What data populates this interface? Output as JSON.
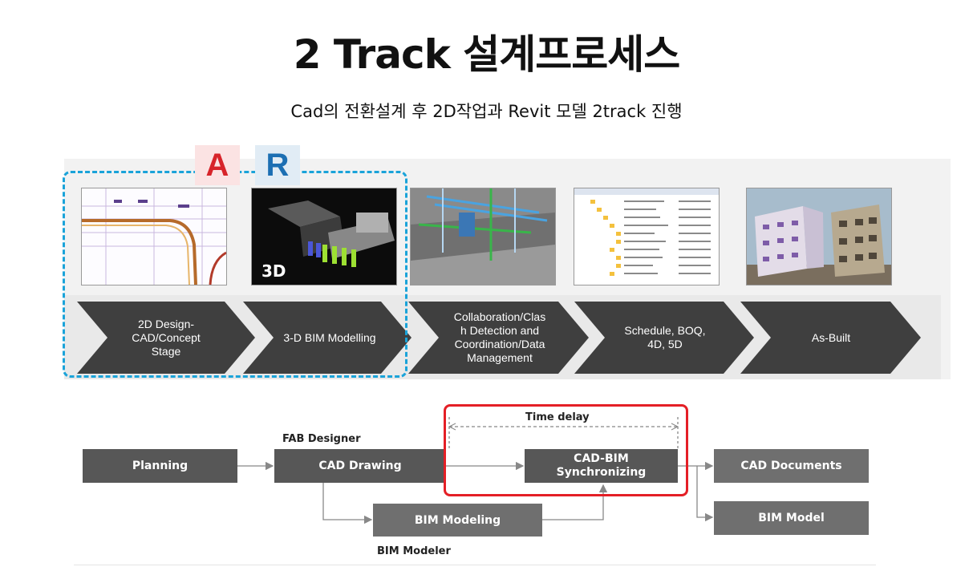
{
  "title": "2 Track 설계프로세스",
  "subtitle": "Cad의 전환설계 후 2D작업과 Revit 모델 2track 진행",
  "logos": {
    "autocad": "A",
    "revit": "R"
  },
  "stages": [
    {
      "label": "2D Design-\nCAD/Concept\nStage"
    },
    {
      "label": "3-D BIM Modelling"
    },
    {
      "label": "Collaboration/Clas\nh Detection and\nCoordination/Data\nManagement"
    },
    {
      "label": "Schedule, BOQ,\n4D, 5D"
    },
    {
      "label": "As-Built"
    }
  ],
  "thumbnail_text": {
    "badge_3d": "3D"
  },
  "flow": {
    "planning": "Planning",
    "cad_drawing": "CAD Drawing",
    "fab_designer": "FAB Designer",
    "cad_bim_sync": "CAD-BIM\nSynchronizing",
    "time_delay": "Time delay",
    "bim_modeling": "BIM Modeling",
    "bim_modeler": "BIM Modeler",
    "cad_documents": "CAD Documents",
    "bim_model": "BIM Model"
  },
  "colors": {
    "dashed_outline": "#1aa3d9",
    "highlight_box": "#e41f26",
    "chevron": "#3f3f3f",
    "flow_box": "#575757"
  }
}
